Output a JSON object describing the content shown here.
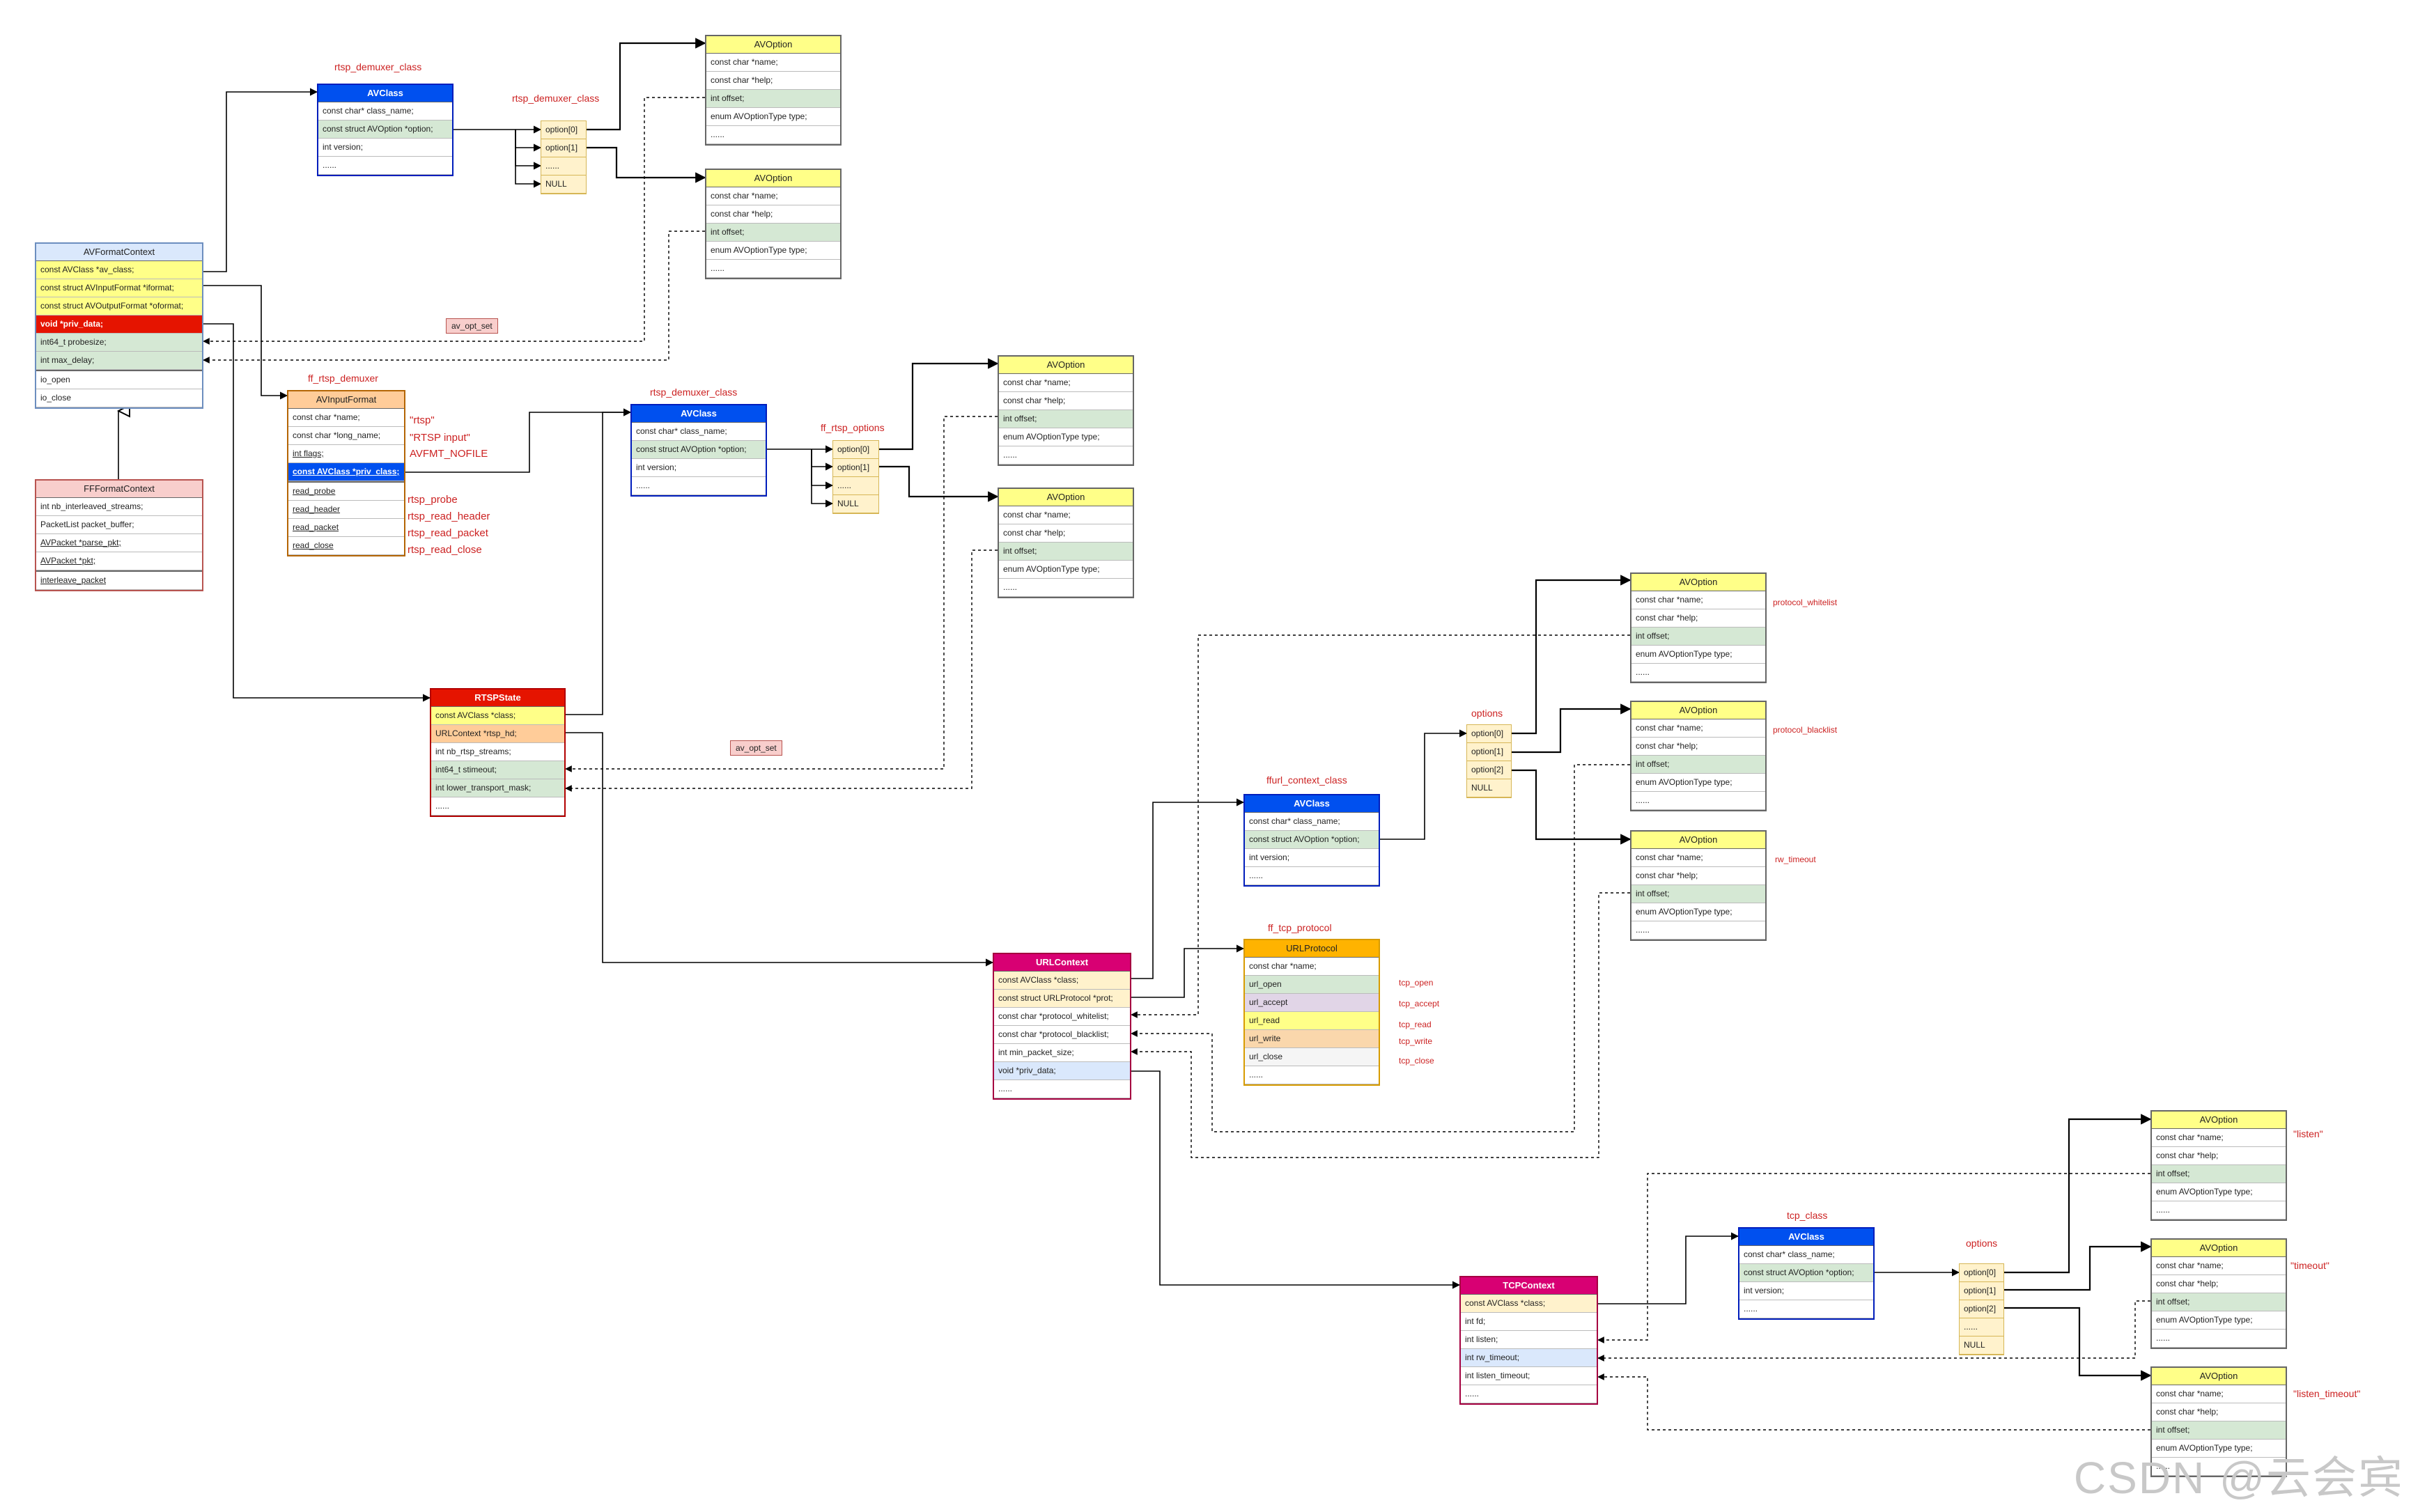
{
  "colors": {
    "yellow": "#ffff88",
    "green": "#d5e8d4",
    "blue": "#0050ef",
    "red": "#e51400",
    "orange": "#ffcc99",
    "magenta": "#d80073",
    "gold": "#ffb300",
    "lightblue": "#dae8fc",
    "purple": "#e1d5e7",
    "gray": "#f5f5f5",
    "peach": "#fad7ac",
    "lightred": "#f8cecc",
    "cream": "#fff2cc"
  },
  "boxes": {
    "avformat": {
      "title": "AVFormatContext",
      "rows": [
        {
          "t": "const AVClass *av_class;",
          "c": "yellow"
        },
        {
          "t": "const struct AVInputFormat *iformat;",
          "c": "yellow"
        },
        {
          "t": "const struct AVOutputFormat *oformat;",
          "c": "yellow"
        },
        {
          "t": "void *priv_data;",
          "c": "red"
        },
        {
          "t": "int64_t probesize;",
          "c": "green"
        },
        {
          "t": "int max_delay;",
          "c": "green"
        },
        {
          "t": "io_open",
          "c": "white",
          "sep": true
        },
        {
          "t": "io_close",
          "c": "white"
        }
      ]
    },
    "ffformat": {
      "title": "FFFormatContext",
      "rows": [
        {
          "t": "int nb_interleaved_streams;",
          "c": "white"
        },
        {
          "t": "PacketList packet_buffer;",
          "c": "white"
        },
        {
          "t": "AVPacket *parse_pkt;",
          "c": "white",
          "u": true
        },
        {
          "t": "AVPacket *pkt;",
          "c": "white",
          "u": true
        },
        {
          "t": "interleave_packet",
          "c": "white",
          "sep": true,
          "u": true
        }
      ]
    },
    "avclass1": {
      "title": "AVClass",
      "rows": [
        {
          "t": "const char* class_name;",
          "c": "white"
        },
        {
          "t": "const struct AVOption *option;",
          "c": "green"
        },
        {
          "t": "int version;",
          "c": "white"
        },
        {
          "t": "......",
          "c": "white"
        }
      ]
    },
    "avinputformat": {
      "title": "AVInputFormat",
      "rows": [
        {
          "t": "const char *name;",
          "c": "white"
        },
        {
          "t": "const char *long_name;",
          "c": "white"
        },
        {
          "t": "int flags;",
          "c": "white",
          "u": true
        },
        {
          "t": "const AVClass *priv_class;",
          "c": "blue",
          "u": true
        },
        {
          "t": "read_probe",
          "c": "white",
          "sep": true,
          "u": true
        },
        {
          "t": "read_header",
          "c": "white",
          "u": true
        },
        {
          "t": "read_packet",
          "c": "white",
          "u": true
        },
        {
          "t": "read_close",
          "c": "white",
          "u": true
        }
      ]
    },
    "avclass2": {
      "title": "AVClass",
      "rows": [
        {
          "t": "const char* class_name;",
          "c": "white"
        },
        {
          "t": "const struct AVOption *option;",
          "c": "green"
        },
        {
          "t": "int version;",
          "c": "white"
        },
        {
          "t": "......",
          "c": "white"
        }
      ]
    },
    "rtspstate": {
      "title": "RTSPState",
      "rows": [
        {
          "t": "const AVClass *class;",
          "c": "yellow"
        },
        {
          "t": "URLContext *rtsp_hd;",
          "c": "orange"
        },
        {
          "t": "int nb_rtsp_streams;",
          "c": "white"
        },
        {
          "t": "int64_t stimeout;",
          "c": "green"
        },
        {
          "t": "int lower_transport_mask;",
          "c": "green"
        },
        {
          "t": "......",
          "c": "white"
        }
      ]
    },
    "urlcontext": {
      "title": "URLContext",
      "rows": [
        {
          "t": "const AVClass *class;",
          "c": "cream"
        },
        {
          "t": "const struct URLProtocol *prot;",
          "c": "cream"
        },
        {
          "t": "const char *protocol_whitelist;",
          "c": "white"
        },
        {
          "t": "const char *protocol_blacklist;",
          "c": "white"
        },
        {
          "t": "int min_packet_size;",
          "c": "white"
        },
        {
          "t": "void *priv_data;",
          "c": "lightblue"
        },
        {
          "t": "......",
          "c": "white"
        }
      ]
    },
    "avclass3": {
      "title": "AVClass",
      "rows": [
        {
          "t": "const char* class_name;",
          "c": "white"
        },
        {
          "t": "const struct AVOption *option;",
          "c": "green"
        },
        {
          "t": "int version;",
          "c": "white"
        },
        {
          "t": "......",
          "c": "white"
        }
      ]
    },
    "urlprotocol": {
      "title": "URLProtocol",
      "rows": [
        {
          "t": "const char *name;",
          "c": "white"
        },
        {
          "t": "url_open",
          "c": "green"
        },
        {
          "t": "url_accept",
          "c": "purple"
        },
        {
          "t": "url_read",
          "c": "yellow"
        },
        {
          "t": "url_write",
          "c": "peach"
        },
        {
          "t": "url_close",
          "c": "gray"
        },
        {
          "t": "......",
          "c": "white"
        }
      ]
    },
    "tcpcontext": {
      "title": "TCPContext",
      "rows": [
        {
          "t": "const AVClass *class;",
          "c": "cream"
        },
        {
          "t": "int fd;",
          "c": "white"
        },
        {
          "t": "int listen;",
          "c": "white"
        },
        {
          "t": "int rw_timeout;",
          "c": "lightblue"
        },
        {
          "t": "int listen_timeout;",
          "c": "white"
        },
        {
          "t": "......",
          "c": "white"
        }
      ]
    },
    "avclass4": {
      "title": "AVClass",
      "rows": [
        {
          "t": "const char* class_name;",
          "c": "white"
        },
        {
          "t": "const struct AVOption *option;",
          "c": "green"
        },
        {
          "t": "int version;",
          "c": "white"
        },
        {
          "t": "......",
          "c": "white"
        }
      ]
    }
  },
  "avoption": {
    "title": "AVOption",
    "rows": [
      {
        "t": "const char *name;",
        "c": "white"
      },
      {
        "t": "const char *help;",
        "c": "white"
      },
      {
        "t": "int offset;",
        "c": "green"
      },
      {
        "t": "enum AVOptionType type;",
        "c": "white"
      },
      {
        "t": "......",
        "c": "white"
      }
    ]
  },
  "arrays": {
    "opt1": [
      "option[0]",
      "option[1]",
      "......",
      "NULL"
    ],
    "opt2": [
      "option[0]",
      "option[1]",
      "......",
      "NULL"
    ],
    "opt3": [
      "option[0]",
      "option[1]",
      "option[2]",
      "NULL"
    ],
    "opt4": [
      "option[0]",
      "option[1]",
      "option[2]",
      "......",
      "NULL"
    ]
  },
  "labels": {
    "rtsp_demuxer_class_a": "rtsp_demuxer_class",
    "rtsp_demuxer_class_b": "rtsp_demuxer_class",
    "rtsp_demuxer_class_c": "rtsp_demuxer_class",
    "ff_rtsp_demuxer": "ff_rtsp_demuxer",
    "ff_rtsp_options": "ff_rtsp_options",
    "ffurl_context_class": "ffurl_context_class",
    "ff_tcp_protocol": "ff_tcp_protocol",
    "options_a": "options",
    "options_b": "options",
    "tcp_class": "tcp_class",
    "rtsp_name": "\"rtsp\"",
    "rtsp_input": "\"RTSP input\"",
    "avfmt_nofile": "AVFMT_NOFILE",
    "rtsp_probe": "rtsp_probe",
    "rtsp_read_header": "rtsp_read_header",
    "rtsp_read_packet": "rtsp_read_packet",
    "rtsp_read_close": "rtsp_read_close",
    "tcp_open": "tcp_open",
    "tcp_accept": "tcp_accept",
    "tcp_read": "tcp_read",
    "tcp_write": "tcp_write",
    "tcp_close": "tcp_close",
    "protocol_whitelist": "protocol_whitelist",
    "protocol_blacklist": "protocol_blacklist",
    "rw_timeout": "rw_timeout",
    "listen": "\"listen\"",
    "timeout": "\"timeout\"",
    "listen_timeout": "\"listen_timeout\""
  },
  "tags": {
    "av_opt_set_1": "av_opt_set",
    "av_opt_set_2": "av_opt_set"
  },
  "watermark": "CSDN @云会宾"
}
